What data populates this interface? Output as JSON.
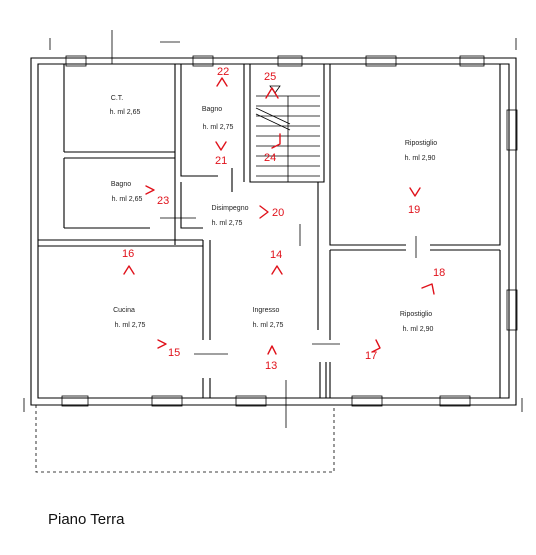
{
  "plan_title": "Piano Terra",
  "rooms": [
    {
      "id": "ct",
      "name": "C.T.",
      "height": "h. ml 2,65"
    },
    {
      "id": "bagno-1",
      "name": "Bagno",
      "height": "h. ml 2,75"
    },
    {
      "id": "ripostiglio-1",
      "name": "Ripostiglio",
      "height": "h. ml 2,90"
    },
    {
      "id": "bagno-2",
      "name": "Bagno",
      "height": "h. ml 2,65"
    },
    {
      "id": "disimpegno",
      "name": "Disimpegno",
      "height": "h. ml 2,75"
    },
    {
      "id": "cucina",
      "name": "Cucina",
      "height": "h. ml 2,75"
    },
    {
      "id": "ingresso",
      "name": "Ingresso",
      "height": "h. ml 2,75"
    },
    {
      "id": "ripostiglio-2",
      "name": "Ripostiglio",
      "height": "h. ml 2,90"
    }
  ],
  "markers": [
    "13",
    "14",
    "15",
    "16",
    "17",
    "18",
    "19",
    "20",
    "21",
    "22",
    "23",
    "24",
    "25"
  ],
  "colors": {
    "marker": "#e0121b",
    "wall": "#000000"
  }
}
